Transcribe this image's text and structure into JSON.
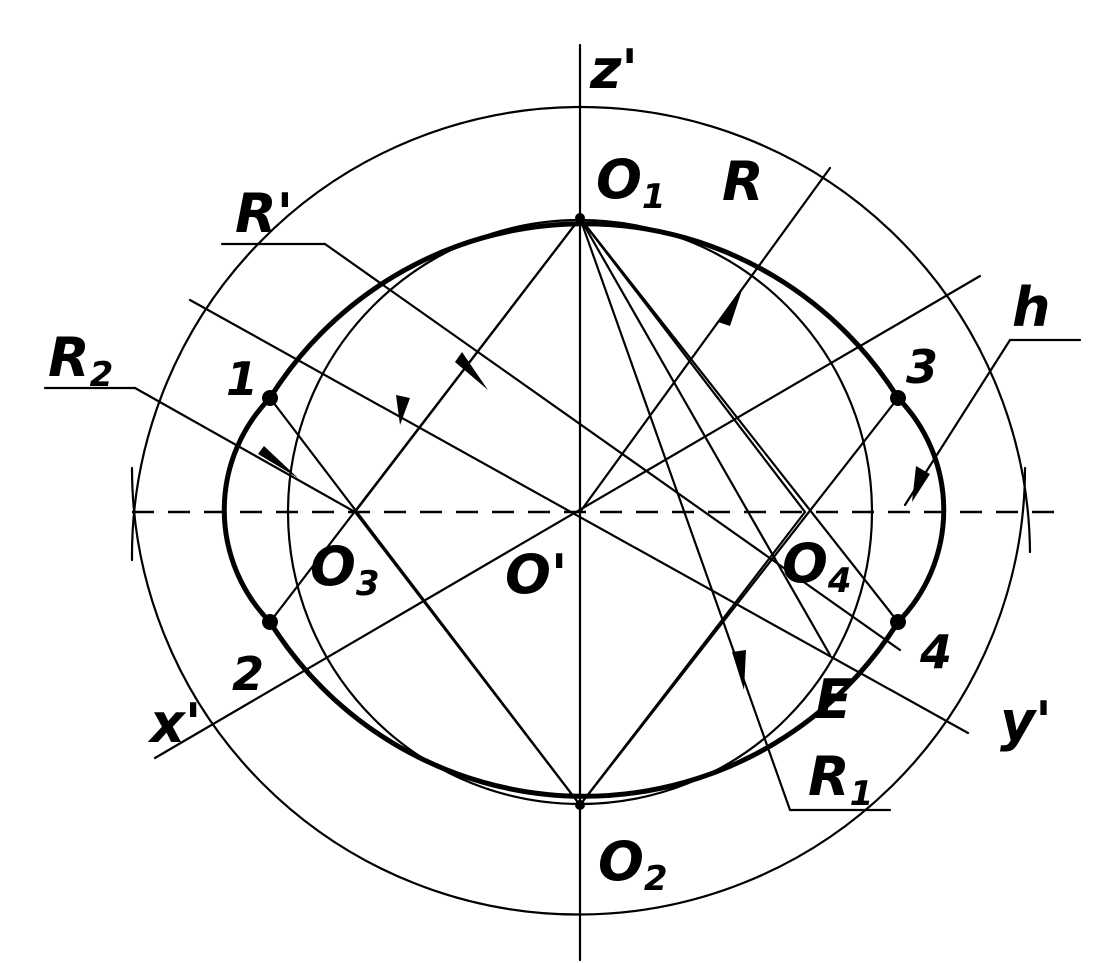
{
  "labels": {
    "z_axis": "z'",
    "x_axis": "x'",
    "y_axis": "y'",
    "origin": "O'",
    "o1": "O",
    "o1_sub": "1",
    "o2": "O",
    "o2_sub": "2",
    "o3": "O",
    "o3_sub": "3",
    "o4": "O",
    "o4_sub": "4",
    "r_prime": "R'",
    "r": "R",
    "r1": "R",
    "r1_sub": "1",
    "r2": "R",
    "r2_sub": "2",
    "h": "h",
    "e": "E",
    "p1": "1",
    "p2": "2",
    "p3": "3",
    "p4": "4"
  }
}
